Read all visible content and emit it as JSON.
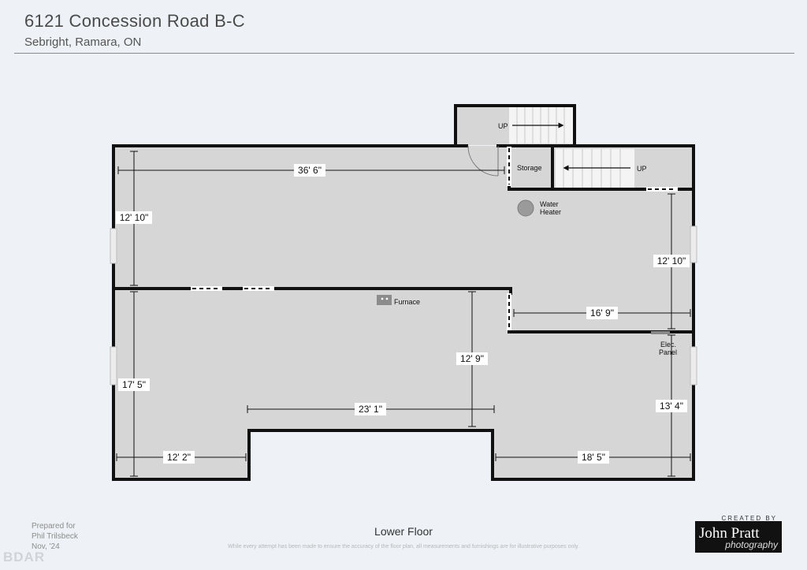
{
  "header": {
    "address_line1": "6121 Concession Road B-C",
    "address_line2": "Sebright, Ramara, ON"
  },
  "rooms": {
    "storage": "Storage",
    "stairs_up_top": "UP",
    "stairs_up_right": "UP",
    "water_heater_line1": "Water",
    "water_heater_line2": "Heater",
    "furnace": "Furnace",
    "elec_panel_line1": "Elec.",
    "elec_panel_line2": "Panel"
  },
  "dimensions": {
    "top_width": "36' 6\"",
    "left_upper_height": "12' 10\"",
    "right_upper_height": "12' 10\"",
    "mid_right_width": "16' 9\"",
    "center_height": "12' 9\"",
    "left_lower_height": "17' 5\"",
    "center_width": "23' 1\"",
    "right_lower_height": "13' 4\"",
    "bottom_left_width": "12' 2\"",
    "bottom_right_width": "18' 5\""
  },
  "footer": {
    "prepared_line1": "Prepared for",
    "prepared_line2": "Phil Trilsbeck",
    "prepared_line3": "Nov, '24",
    "floor_name": "Lower Floor",
    "disclaimer": "While every attempt has been made to ensure the accuracy of the floor plan, all measurements and furnishings are for illustrative purposes only.",
    "watermark": "BDAR",
    "logo_created_by": "CREATED BY",
    "logo_name": "John Pratt",
    "logo_tagline": "photography"
  }
}
